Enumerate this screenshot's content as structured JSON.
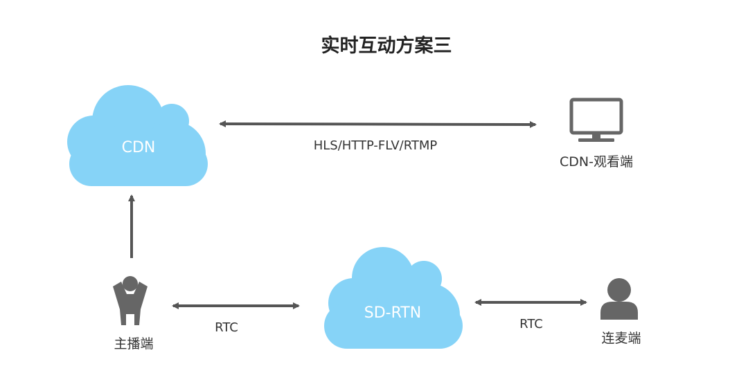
{
  "title": "实时互动方案三",
  "colors": {
    "cloud": "#86D3F7",
    "icon": "#666666",
    "arrow": "#555555"
  },
  "nodes": {
    "cdn": {
      "label": "CDN",
      "icon": "cloud-icon"
    },
    "sdrtn": {
      "label": "SD-RTN",
      "icon": "cloud-icon"
    },
    "viewer": {
      "label": "CDN-观看端",
      "icon": "monitor-icon"
    },
    "broadcaster": {
      "label": "主播端",
      "icon": "person-arms-up-icon"
    },
    "co_host": {
      "label": "连麦端",
      "icon": "user-icon"
    }
  },
  "edges": {
    "cdn_viewer": {
      "label": "HLS/HTTP-FLV/RTMP"
    },
    "broadcaster_sdrtn": {
      "label": "RTC"
    },
    "sdrtn_cohost": {
      "label": "RTC"
    }
  }
}
